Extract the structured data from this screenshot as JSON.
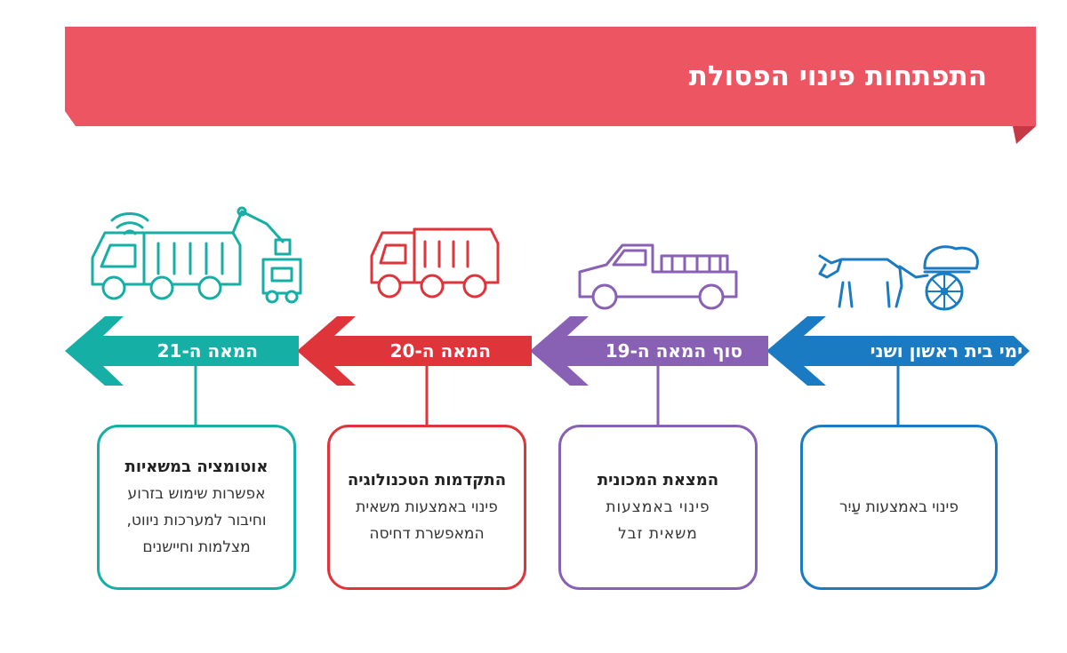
{
  "header": {
    "title": "התפתחות פינוי הפסולת",
    "color": "#EE5563"
  },
  "eras": [
    {
      "label": "ימי בית ראשון ושני",
      "color": "#1A7BC2",
      "icon": "donkey-cart-icon",
      "card": {
        "title": "",
        "lines": [
          "פינוי באמצעות עַיִר"
        ]
      }
    },
    {
      "label": "סוף המאה ה-19",
      "color": "#8861B4",
      "icon": "pickup-truck-icon",
      "card": {
        "title": "המצאת המכונית",
        "lines": [
          "פינוי באמצעות",
          "משאית זבל"
        ]
      }
    },
    {
      "label": "המאה ה-20",
      "color": "#E0343B",
      "icon": "garbage-truck-icon",
      "card": {
        "title": "התקדמות הטכנולוגיה",
        "lines": [
          "פינוי באמצעות משאית",
          "המאפשרת דחיסה"
        ]
      }
    },
    {
      "label": "המאה ה-21",
      "color": "#15AFA5",
      "icon": "automated-truck-icon",
      "card": {
        "title": "אוטומציה במשאיות",
        "lines": [
          "אפשרות שימוש בזרוע",
          "וחיבור למערכות ניווט,",
          "מצלמות וחיישנים"
        ]
      }
    }
  ]
}
